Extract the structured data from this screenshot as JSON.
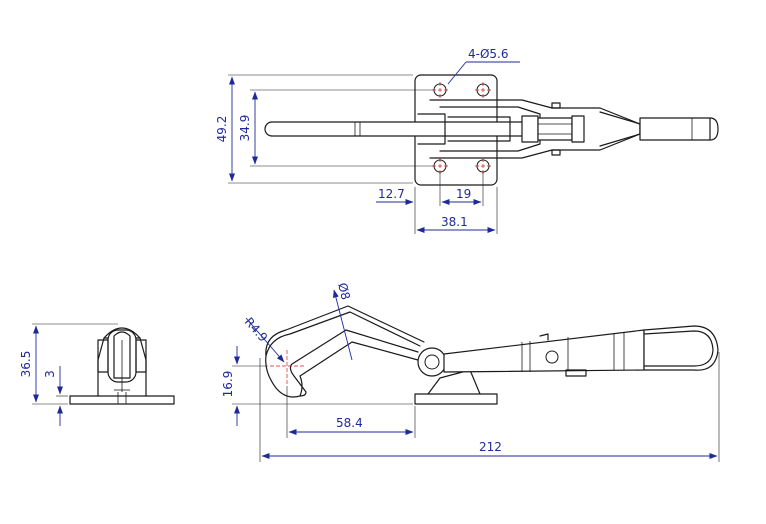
{
  "colors": {
    "dimension": "#1f2a9a",
    "outline": "#1a1a1a",
    "centerline": "#d42020"
  },
  "dimensions": {
    "holes": "4-Ø5.6",
    "height_outer": "49.2",
    "height_inner": "34.9",
    "offset_left": "12.7",
    "hole_spacing": "19",
    "base_width": "38.1",
    "front_height": "36.5",
    "base_thickness": "3",
    "radius": "R4.9",
    "diameter": "Ø8",
    "hook_height": "16.9",
    "hook_reach": "58.4",
    "overall_length": "212"
  }
}
